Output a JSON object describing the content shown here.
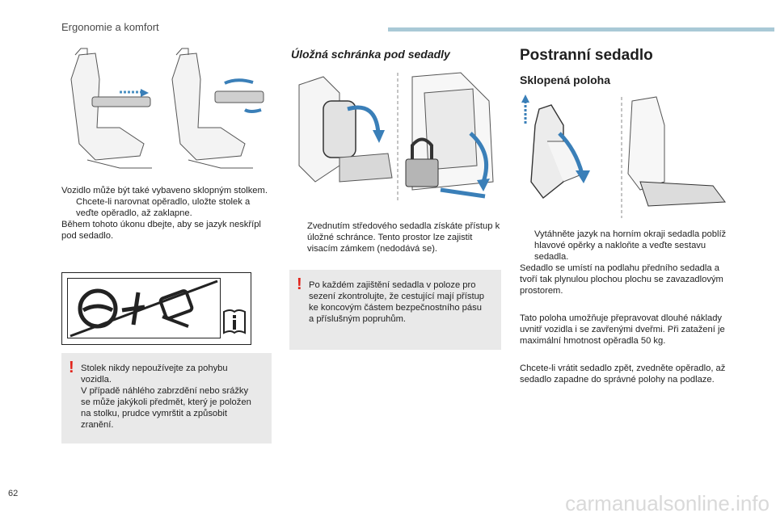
{
  "header": {
    "section": "Ergonomie a komfort"
  },
  "left": {
    "intro": "Vozidlo může být také vybaveno sklopným stolkem.",
    "bullet": "Chcete-li narovnat opěradlo, uložte stolek a veďte opěradlo, až zaklapne.",
    "note": "Během tohoto úkonu dbejte, aby se jazyk neskřípl pod sedadlo.",
    "warning": "Stolek nikdy nepoužívejte za pohybu vozidla.\nV případě náhlého zabrzdění nebo srážky se může jakýkoli předmět, který je položen na stolku, prudce vymrštit a způsobit zranění.",
    "warning_mark": "!"
  },
  "middle": {
    "title": "Úložná schránka pod sedadly",
    "bullet": "Zvednutím středového sedadla získáte přístup k úložné schránce. Tento prostor lze zajistit visacím zámkem (nedodává se).",
    "warning": "Po každém zajištění sedadla v poloze pro sezení zkontrolujte, že cestující mají přístup ke koncovým částem bezpečnostního pásu a příslušným popruhům.",
    "warning_mark": "!"
  },
  "right": {
    "title": "Postranní sedadlo",
    "subtitle": "Sklopená poloha",
    "bullet": "Vytáhněte jazyk na horním okraji sedadla poblíž hlavové opěrky a nakloňte a veďte sestavu sedadla.",
    "p1": "Sedadlo se umístí na podlahu předního sedadla a tvoří tak plynulou plochou plochu se zavazadlovým prostorem.",
    "p2": "Tato poloha umožňuje přepravovat dlouhé náklady uvnitř vozidla i se zavřenými dveřmi. Při zatažení je maximální hmotnost opěradla 50 kg.",
    "p3": "Chcete-li vrátit sedadlo zpět, zvedněte opěradlo, až sedadlo zapadne do správné polohy na podlaze."
  },
  "bullet_mark": "",
  "page_number": "62",
  "footer": "carmanualsonline.info"
}
